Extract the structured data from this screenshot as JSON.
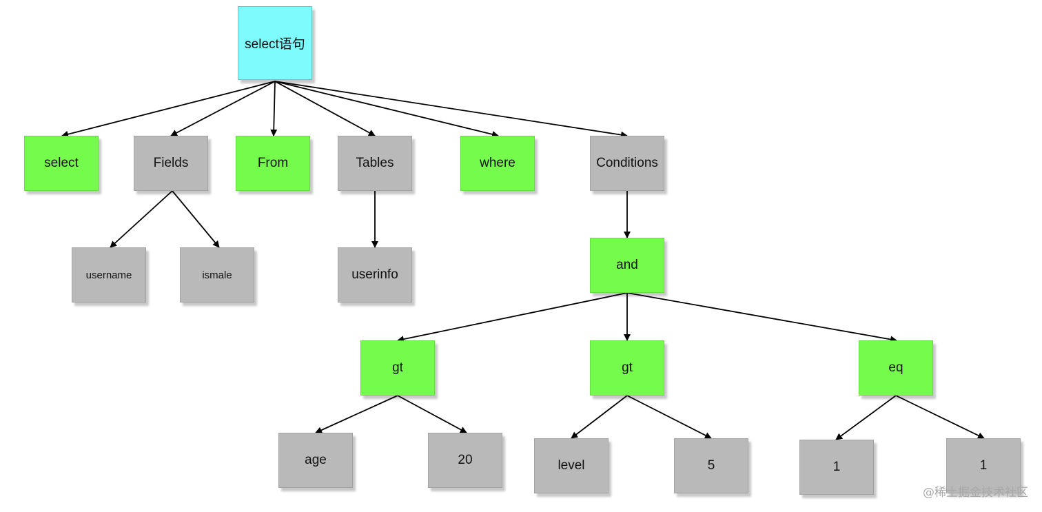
{
  "nodes": {
    "root": "select语句",
    "select": "select",
    "fields": "Fields",
    "from": "From",
    "tables": "Tables",
    "where": "where",
    "conditions": "Conditions",
    "username": "username",
    "ismale": "ismale",
    "userinfo": "userinfo",
    "and": "and",
    "gt1": "gt",
    "gt2": "gt",
    "eq": "eq",
    "age": "age",
    "v20": "20",
    "level": "level",
    "v5": "5",
    "v1a": "1",
    "v1b": "1"
  },
  "watermark": "@稀土掘金技术社区",
  "colors": {
    "root": "#7dfbfd",
    "keyword": "#75fb4c",
    "value": "#b9b9b9",
    "edge": "#000000"
  }
}
